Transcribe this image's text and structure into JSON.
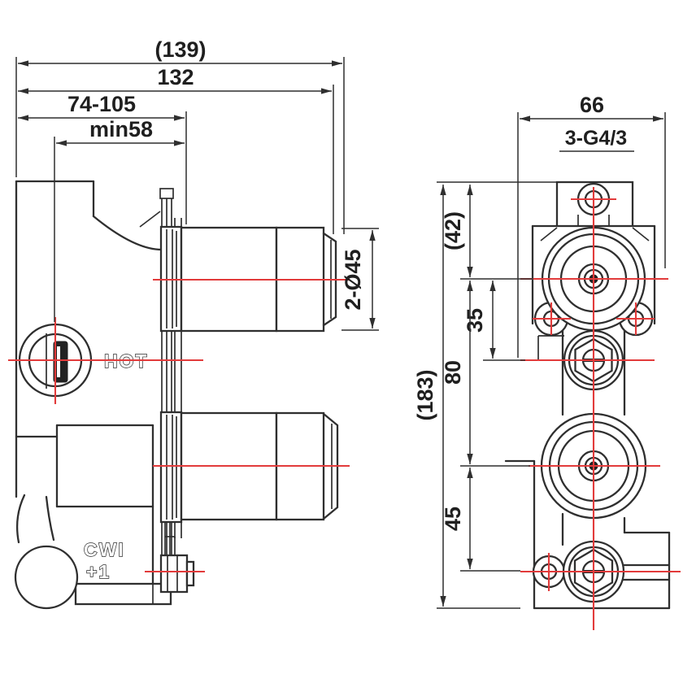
{
  "drawing": {
    "front_view": {
      "dims": {
        "overall_depth": "(139)",
        "mount_depth": "132",
        "adjust_range": "74-105",
        "min_clearance": "min58",
        "handle_diameter": "2-Ø45"
      },
      "labels": {
        "hot": "HOT",
        "cold_line1": "CWI",
        "cold_line2": "+1"
      }
    },
    "side_view": {
      "dims": {
        "body_width": "66",
        "thread_spec": "3-G4/3",
        "top_offset": "(42)",
        "overall_height": "(183)",
        "spacing_top": "35",
        "spacing_mid": "80",
        "spacing_bottom": "45"
      }
    },
    "colors": {
      "line": "#2f2f2f",
      "centerline": "#e23b3b",
      "background": "#ffffff"
    }
  }
}
